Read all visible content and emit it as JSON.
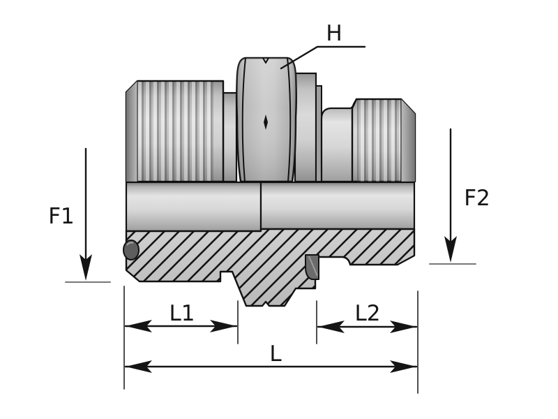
{
  "labels": {
    "h": "H",
    "f1": "F1",
    "f2": "F2",
    "l1": "L1",
    "l2": "L2",
    "l": "L"
  },
  "colors": {
    "background": "#ffffff",
    "outline": "#111111",
    "text": "#141414",
    "metal_light": "#dadada",
    "metal_dark": "#8f8f8f",
    "section_fill": "#c7c7c7",
    "seal": "#6b6b6b",
    "dimension_line": "#141414",
    "baseline_gray": "#777777"
  }
}
